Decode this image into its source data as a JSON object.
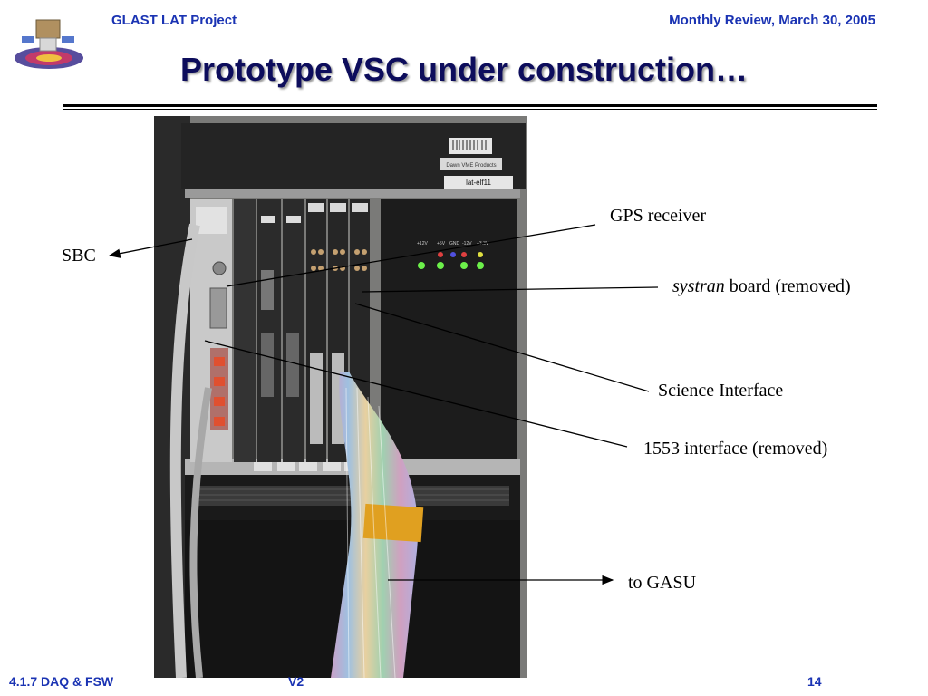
{
  "header": {
    "left": "GLAST LAT Project",
    "right": "Monthly Review, March 30, 2005"
  },
  "title": "Prototype VSC under construction…",
  "annotations": {
    "gps": "GPS receiver",
    "sbc": "SBC",
    "systran_italic": "systran",
    "systran_rest": " board (removed)",
    "science": "Science Interface",
    "i1553": "1553 interface (removed)",
    "gasu": "to GASU"
  },
  "footer": {
    "left": "4.1.7 DAQ & FSW",
    "center": "V2",
    "right": "14"
  },
  "photo": {
    "asset_tag": "lat-elf11",
    "maker": "Dawn VME Products"
  }
}
